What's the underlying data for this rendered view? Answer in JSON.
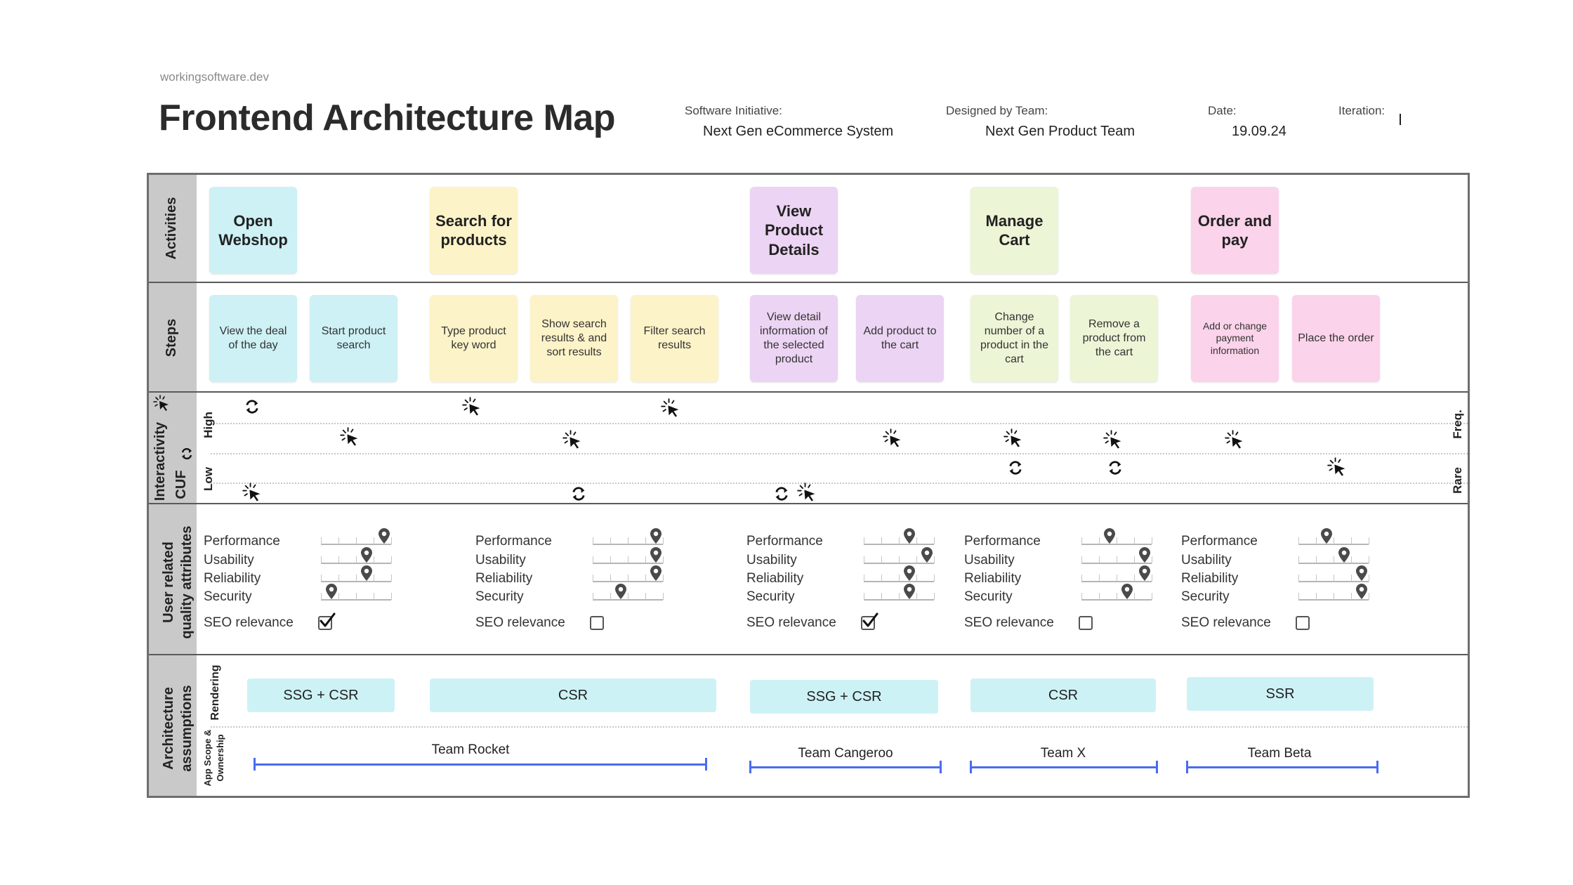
{
  "site": "workingsoftware.dev",
  "title": "Frontend Architecture Map",
  "meta": {
    "initiative_label": "Software Initiative:",
    "initiative_value": "Next Gen eCommerce System",
    "team_label": "Designed by Team:",
    "team_value": "Next Gen Product Team",
    "date_label": "Date:",
    "date_value": "19.09.24",
    "iteration_label": "Iteration:"
  },
  "rows": {
    "activities": "Activities",
    "steps": "Steps",
    "interactivity": "Interactivity",
    "cuf": "CUF",
    "high": "High",
    "low": "Low",
    "freq": "Freq.",
    "rare": "Rare",
    "quality_line1": "User related",
    "quality_line2": "quality attributes",
    "arch_line1": "Architecture",
    "arch_line2": "assumptions",
    "rendering": "Rendering",
    "scope_line1": "App Scope &",
    "scope_line2": "Ownership"
  },
  "activities": [
    {
      "label": "Open Webshop",
      "color": "#cdf1f5"
    },
    {
      "label": "Search for products",
      "color": "#fdf3c8"
    },
    {
      "label": "View Product Details",
      "color": "#ecd4f4"
    },
    {
      "label": "Manage Cart",
      "color": "#ecf5d6"
    },
    {
      "label": "Order and pay",
      "color": "#fbd3ea"
    }
  ],
  "steps": [
    "View the deal of the day",
    "Start product search",
    "Type product key word",
    "Show search results & and sort results",
    "Filter search results",
    "View detail information of the selected product",
    "Add product to the cart",
    "Change number of a product in the cart",
    "Remove a product from the cart",
    "Add or change payment information",
    "Place the order"
  ],
  "quality": {
    "attributes": [
      "Performance",
      "Usability",
      "Reliability",
      "Security"
    ],
    "seo_label": "SEO relevance",
    "groups": [
      {
        "levels": [
          0.9,
          0.65,
          0.65,
          0.15
        ],
        "seo": true
      },
      {
        "levels": [
          0.9,
          0.9,
          0.9,
          0.4
        ],
        "seo": false
      },
      {
        "levels": [
          0.65,
          0.9,
          0.65,
          0.65
        ],
        "seo": true
      },
      {
        "levels": [
          0.4,
          0.9,
          0.9,
          0.65
        ],
        "seo": false
      },
      {
        "levels": [
          0.4,
          0.65,
          0.9,
          0.9
        ],
        "seo": false
      }
    ],
    "checkmark": "✓"
  },
  "rendering": [
    "SSG + CSR",
    "CSR",
    "SSG + CSR",
    "CSR",
    "SSR"
  ],
  "teams": [
    "Team Rocket",
    "Team Cangeroo",
    "Team X",
    "Team Beta"
  ],
  "icons": {
    "cursor": "cursor-click-icon",
    "refresh": "refresh-icon",
    "pin": "map-pin-icon"
  },
  "colors": {
    "team_line": "#4a6cf0",
    "sidebar": "#c9c9c9"
  }
}
